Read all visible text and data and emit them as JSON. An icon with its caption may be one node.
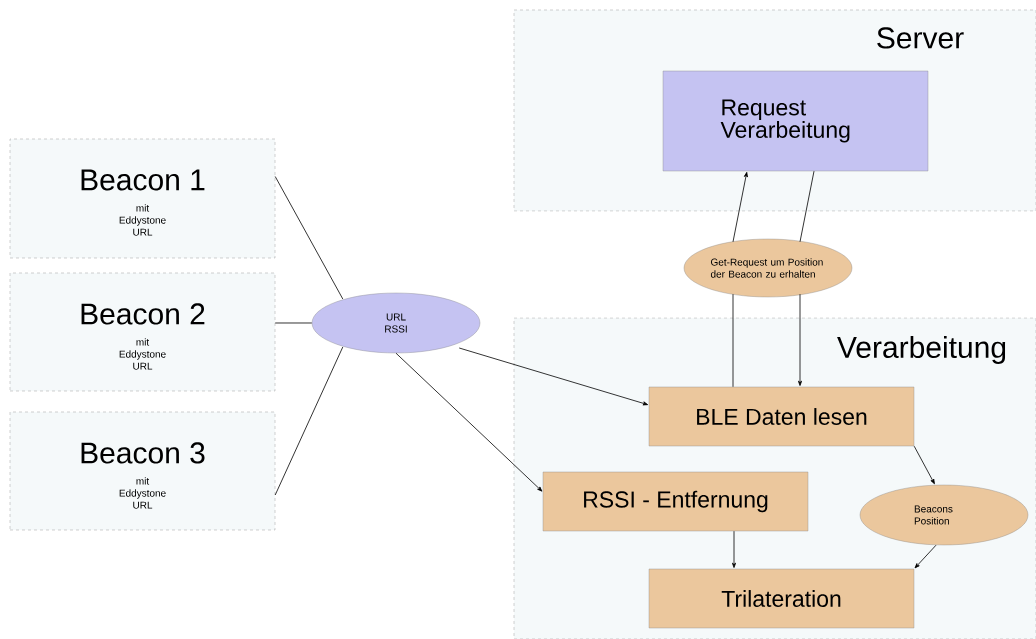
{
  "diagram": {
    "nodes": [
      {
        "text": [
          "Server"
        ]
      },
      {
        "text": [
          "Request Verarbeitung"
        ],
        "in": 0
      },
      {
        "text": [
          "Verarbeitung"
        ]
      },
      {
        "text": [
          "BLE Daten lesen"
        ],
        "in": 2
      },
      {
        "text": [
          "RSSI - Entfernung"
        ],
        "in": 2
      },
      {
        "text": [
          "Trilateration"
        ],
        "in": 2
      },
      {
        "text": [
          "Beacons Position"
        ],
        "in": 2
      },
      {
        "text": [
          "Beacon 1",
          "mit Eddystone URL"
        ]
      },
      {
        "text": [
          "Beacon 2",
          "mit Eddystone URL"
        ]
      },
      {
        "text": [
          "Beacon 3",
          "mit Eddystone URL"
        ]
      },
      {
        "text": [
          "URL RSSI"
        ]
      },
      {
        "text": [
          "Get-Request um Position der Beacon zu erhalten"
        ]
      }
    ],
    "edges": [
      {
        "from": 7,
        "to": 10,
        "arrow": "none"
      },
      {
        "from": 8,
        "to": 10,
        "arrow": "none"
      },
      {
        "from": 9,
        "to": 10,
        "arrow": "none"
      },
      {
        "from": 10,
        "to": 3,
        "arrow": "to"
      },
      {
        "from": 10,
        "to": 4,
        "arrow": "to"
      },
      {
        "from": 3,
        "to": 11,
        "arrow": "none"
      },
      {
        "from": 11,
        "to": 1,
        "arrow": "to"
      },
      {
        "from": 1,
        "to": 11,
        "arrow": "none"
      },
      {
        "from": 11,
        "to": 3,
        "arrow": "to"
      },
      {
        "from": 3,
        "to": 6,
        "arrow": "to"
      },
      {
        "from": 6,
        "to": 5,
        "arrow": "to"
      },
      {
        "from": 4,
        "to": 5,
        "arrow": "to"
      }
    ]
  }
}
